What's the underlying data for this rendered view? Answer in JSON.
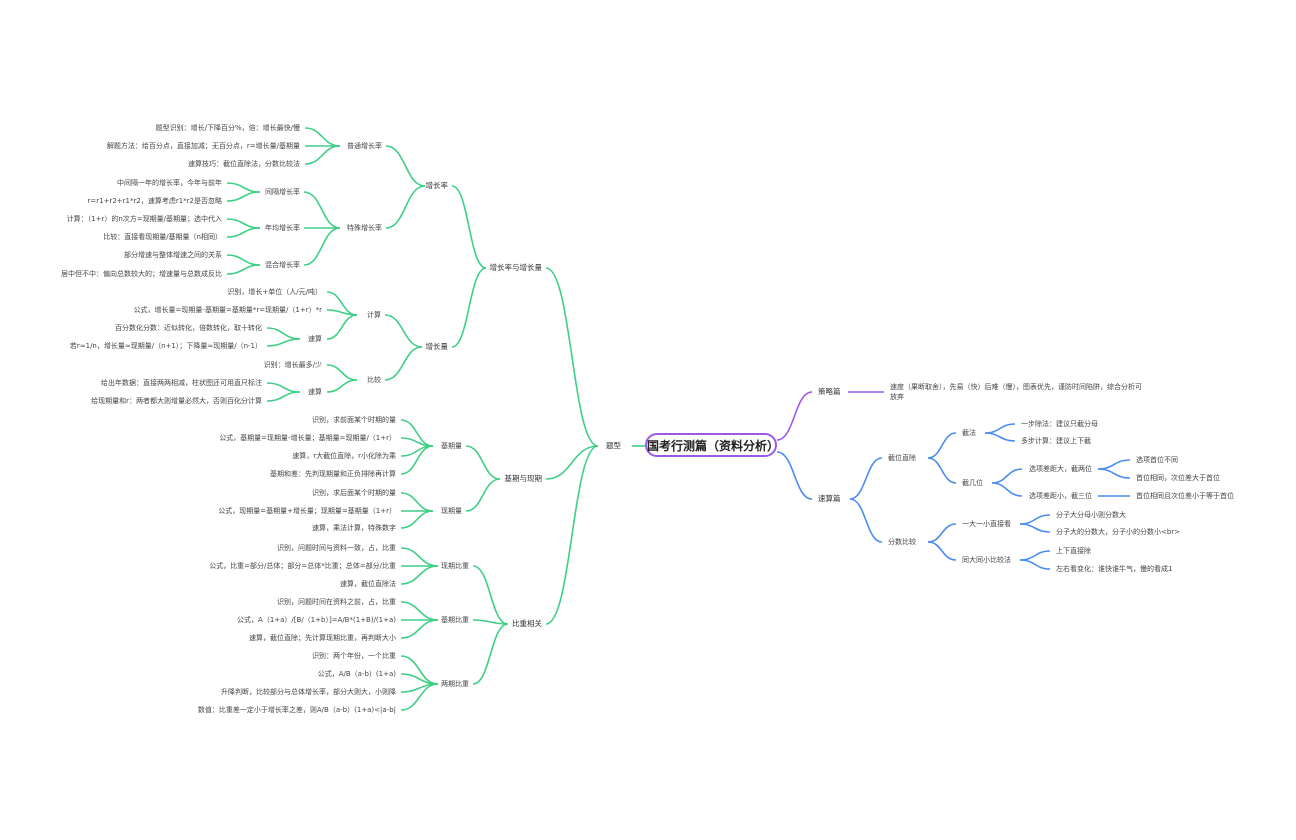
{
  "root": "国考行测篇（资料分析）",
  "colors": {
    "green": "#3ecf85",
    "purple": "#9b59e6",
    "blue": "#4a8cf0"
  },
  "left": {
    "label": "题型",
    "groups": [
      {
        "label": "增长率与增长量",
        "children": [
          {
            "label": "增长率",
            "children": [
              {
                "label": "普通增长率",
                "items": [
                  "题型识别：增长/下降百分%，倍：增长最快/慢",
                  "解题方法：给百分点，直接加减；无百分点，r=增长量/基期量",
                  "速算技巧：截位直除法，分数比较法"
                ]
              },
              {
                "label": "特殊增长率",
                "children": [
                  {
                    "label": "间隔增长率",
                    "items": [
                      "中间隔一年的增长率，今年与前年",
                      "r=r1+r2+r1*r2，速算考虑r1*r2是否忽略"
                    ]
                  },
                  {
                    "label": "年均增长率",
                    "items": [
                      "计算：（1+r）的n次方=现期量/基期量；选中代入",
                      "比较：直接看现期量/基期量（n相同）"
                    ]
                  },
                  {
                    "label": "混合增长率",
                    "items": [
                      "部分增速与整体增速之间的关系",
                      "居中但不中：偏向总数较大的；增速量与总数成反比"
                    ]
                  }
                ]
              }
            ]
          },
          {
            "label": "增长量",
            "children": [
              {
                "label": "计算",
                "items": [
                  "识别，增长+单位（人/元/吨）",
                  "公式，增长量=现期量-基期量=基期量*r=现期量/（1+r）*r"
                ],
                "sub": {
                  "label": "速算",
                  "items": [
                    "百分数化分数：近似转化，倍数转化，取十转化",
                    "若r≈1/n，增长量≈现期量/（n+1）；下降量≈现期量/（n-1）"
                  ]
                }
              },
              {
                "label": "比较",
                "items": [
                  "识别：增长最多/少"
                ],
                "sub": {
                  "label": "速算",
                  "items": [
                    "给出年数据：直接两两相减，柱状图还可用直尺标注",
                    "给现期量和r：两者都大则增量必然大，否则百化分计算"
                  ]
                }
              }
            ]
          }
        ]
      },
      {
        "label": "基期与现期",
        "children": [
          {
            "label": "基期量",
            "items": [
              "识别，求前面某个时期的量",
              "公式，基期量=现期量-增长量；基期量=现期量/（1+r）",
              "速算，r大截位直除，r小化除为乘",
              "基期和差：先判现期量和正负排除再计算"
            ]
          },
          {
            "label": "现期量",
            "items": [
              "识别，求后面某个时期的量",
              "公式，现期量=基期量+增长量；现期量=基期量（1+r）",
              "速算，乘法计算，特殊数字"
            ]
          }
        ]
      },
      {
        "label": "比重相关",
        "children": [
          {
            "label": "现期比重",
            "items": [
              "识别，问题时间与资料一致，占，比重",
              "公式，比重=部分/总体；部分=总体*比重；总体=部分/比重",
              "速算，截位直除法"
            ]
          },
          {
            "label": "基期比重",
            "items": [
              "识别，问题时间在资料之前，占，比重",
              "公式，A（1+a）/[B/（1+b）]=A/B*(1+B)/(1+a)",
              "速算，截位直除；先计算现期比重，再判断大小"
            ]
          },
          {
            "label": "两期比重",
            "items": [
              "识别：两个年份，一个比重",
              "公式，A/B（a-b）(1+a)",
              "升降判断，比较部分与总体增长率，部分大则大，小则降",
              "数值：比重差一定小于增长率之差，则A/B（a-b）(1+a)&lt;|a-b|"
            ]
          }
        ]
      }
    ]
  },
  "right": [
    {
      "label": "策略篇",
      "color": "purple",
      "items": [
        "速度（果断取舍），先易（快）后难（慢），图表优先，谨防时间陷阱，综合分析可放弃"
      ]
    },
    {
      "label": "速算篇",
      "color": "blue",
      "children": [
        {
          "label": "截位直除",
          "children": [
            {
              "label": "截法",
              "items": [
                "一步除法：建议只截分母",
                "多步计算：建议上下截"
              ]
            },
            {
              "label": "截几位",
              "children": [
                {
                  "label": "选项差距大，截两位",
                  "items": [
                    "选项首位不同",
                    "首位相同，次位差大于首位"
                  ]
                },
                {
                  "label": "选项差距小，截三位",
                  "items": [
                    "首位相同且次位差小于等于首位"
                  ]
                }
              ]
            }
          ]
        },
        {
          "label": "分数比较",
          "children": [
            {
              "label": "一大一小直接看",
              "items": [
                "分子大分母小则分数大",
                "分子大的分数大，分子小的分数小&lt;br&gt;"
              ]
            },
            {
              "label": "同大同小比较法",
              "items": [
                "上下直接除",
                "左右看变化：谁快谁牛气，慢的看成1"
              ]
            }
          ]
        }
      ]
    }
  ]
}
